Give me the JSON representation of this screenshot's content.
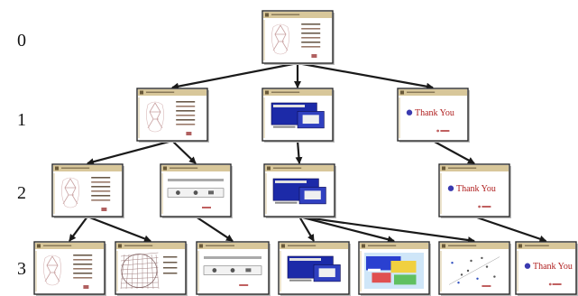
{
  "level_labels": [
    "0",
    "1",
    "2",
    "3"
  ],
  "slide_text": {
    "thank_you": "Thank You"
  },
  "colors": {
    "edge": "#1a1a1a",
    "slide_border": "#2a2a2a",
    "title_bar": "#d8c79a",
    "window_blue": "#1c2aa8",
    "text_red": "#b02020"
  },
  "tree": {
    "nodes": [
      {
        "id": "n0",
        "level": 0,
        "kind": "sketch"
      },
      {
        "id": "n1a",
        "level": 1,
        "kind": "sketch"
      },
      {
        "id": "n1b",
        "level": 1,
        "kind": "window"
      },
      {
        "id": "n1c",
        "level": 1,
        "kind": "thankyou"
      },
      {
        "id": "n2a",
        "level": 2,
        "kind": "sketch"
      },
      {
        "id": "n2b",
        "level": 2,
        "kind": "buttons"
      },
      {
        "id": "n2c",
        "level": 2,
        "kind": "window"
      },
      {
        "id": "n2d",
        "level": 2,
        "kind": "thankyou"
      },
      {
        "id": "n3a",
        "level": 3,
        "kind": "sketch"
      },
      {
        "id": "n3b",
        "level": 3,
        "kind": "mesh"
      },
      {
        "id": "n3c",
        "level": 3,
        "kind": "buttons"
      },
      {
        "id": "n3d",
        "level": 3,
        "kind": "window"
      },
      {
        "id": "n3e",
        "level": 3,
        "kind": "colorful"
      },
      {
        "id": "n3f",
        "level": 3,
        "kind": "scatter"
      },
      {
        "id": "n3g",
        "level": 3,
        "kind": "thankyou"
      }
    ],
    "edges": [
      [
        "n0",
        "n1a"
      ],
      [
        "n0",
        "n1b"
      ],
      [
        "n0",
        "n1c"
      ],
      [
        "n1a",
        "n2a"
      ],
      [
        "n1a",
        "n2b"
      ],
      [
        "n1b",
        "n2c"
      ],
      [
        "n1c",
        "n2d"
      ],
      [
        "n2a",
        "n3a"
      ],
      [
        "n2a",
        "n3b"
      ],
      [
        "n2b",
        "n3c"
      ],
      [
        "n2c",
        "n3d"
      ],
      [
        "n2c",
        "n3e"
      ],
      [
        "n2c",
        "n3f"
      ],
      [
        "n2d",
        "n3g"
      ]
    ]
  }
}
